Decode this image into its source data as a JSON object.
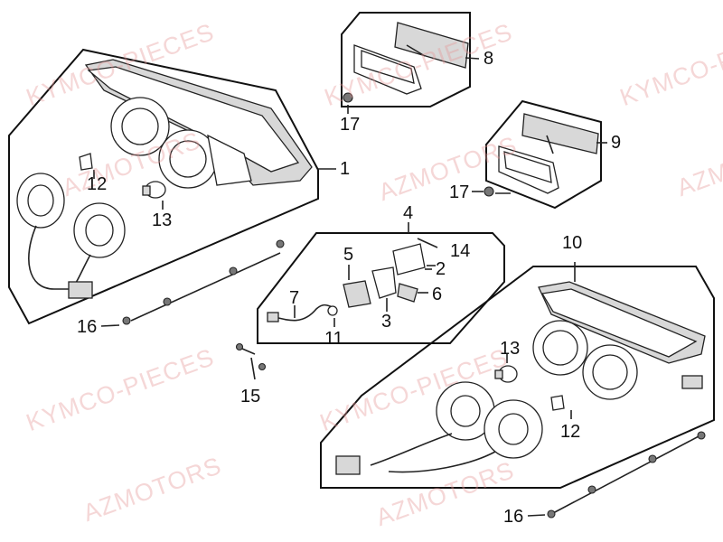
{
  "watermarks": [
    "KYMCO-PIECES",
    "AZMOTORS",
    "KYMCO-PIECES",
    "AZMOTORS",
    "KYMCO-PIECES",
    "AZMOTORS",
    "KYMCO-PIECES",
    "AZMOTORS",
    "KYMCO-PIECES",
    "AZMOTORS"
  ],
  "callouts": [
    "1",
    "2",
    "3",
    "4",
    "5",
    "6",
    "7",
    "8",
    "9",
    "10",
    "11",
    "12",
    "13",
    "14",
    "15",
    "16",
    "17"
  ],
  "colors": {
    "watermark": "#e89696",
    "line": "#111111",
    "background": "#ffffff"
  }
}
